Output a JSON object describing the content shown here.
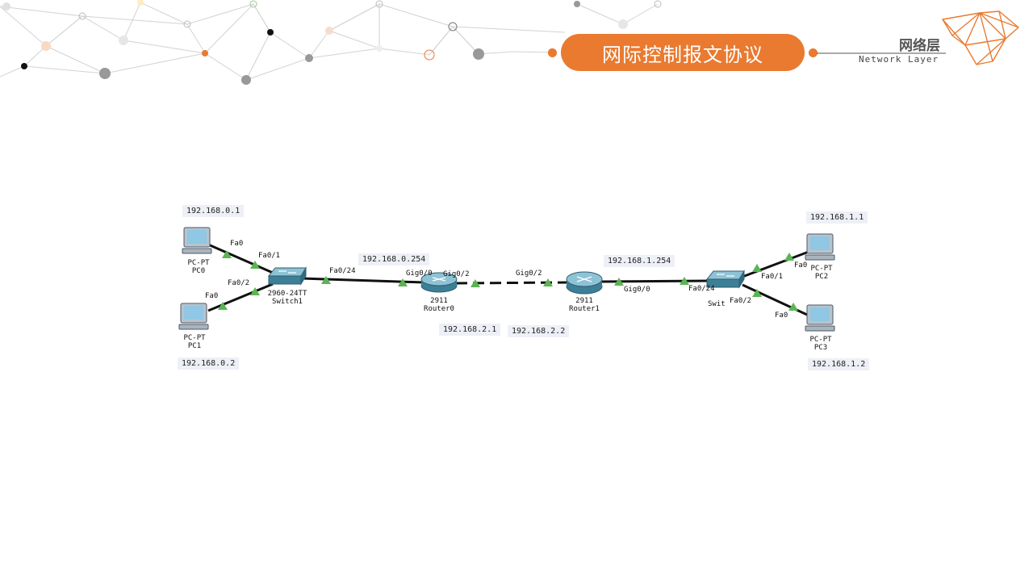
{
  "header": {
    "title": "网际控制报文协议",
    "section_cn": "网络层",
    "section_en": "Network Layer",
    "accent_color": "#e97a30"
  },
  "diagram": {
    "devices": {
      "pc0": {
        "type": "PC-PT",
        "name": "PC0",
        "ip": "192.168.0.1",
        "port": "Fa0"
      },
      "pc1": {
        "type": "PC-PT",
        "name": "PC1",
        "ip": "192.168.0.2",
        "port": "Fa0"
      },
      "pc2": {
        "type": "PC-PT",
        "name": "PC2",
        "ip": "192.168.1.1",
        "port": "Fa0"
      },
      "pc3": {
        "type": "PC-PT",
        "name": "PC3",
        "ip": "192.168.1.2",
        "port": "Fa0"
      },
      "switch1": {
        "model": "2960-24TT",
        "name": "Switch1",
        "ports": [
          "Fa0/1",
          "Fa0/2",
          "Fa0/24"
        ]
      },
      "switch2": {
        "name": "Swit",
        "ports": [
          "Fa0/1",
          "Fa0/2",
          "Fa0/24"
        ]
      },
      "router0": {
        "model": "2911",
        "name": "Router0",
        "ports": [
          "Gig0/0",
          "Gig0/2"
        ],
        "ip_lan": "192.168.0.254",
        "ip_wan": "192.168.2.1"
      },
      "router1": {
        "model": "2911",
        "name": "Router1",
        "ports": [
          "Gig0/2",
          "Gig0/0"
        ],
        "ip_lan": "192.168.1.254",
        "ip_wan": "192.168.2.2"
      }
    }
  }
}
